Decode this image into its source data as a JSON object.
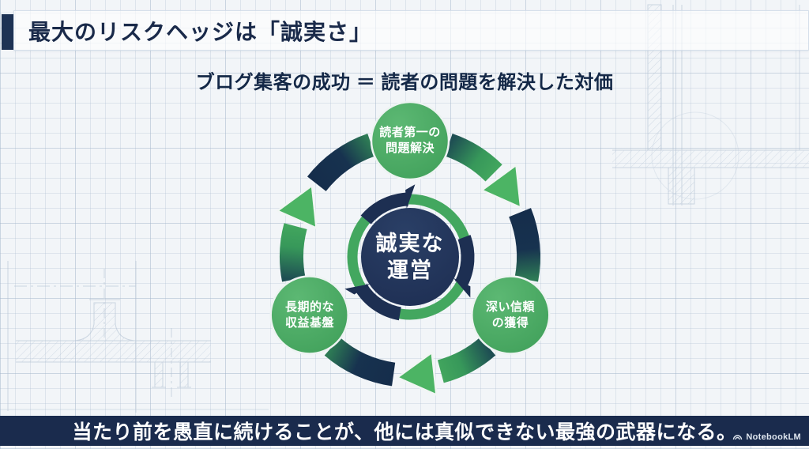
{
  "header": {
    "title": "最大のリスクヘッジは「誠実さ」"
  },
  "subtitle": "ブログ集客の成功 ＝ 読者の問題を解決した対価",
  "diagram": {
    "center": {
      "line1": "誠実な",
      "line2": "運営"
    },
    "nodes": [
      {
        "position": "top",
        "line1": "読者第一の",
        "line2": "問題解決"
      },
      {
        "position": "bottom-right",
        "line1": "深い信頼",
        "line2": "の獲得"
      },
      {
        "position": "bottom-left",
        "line1": "長期的な",
        "line2": "収益基盤"
      }
    ]
  },
  "footer": {
    "message": "当たり前を愚直に続けることが、他には真似できない最強の武器になる。",
    "watermark": "NotebookLM",
    "watermark_icon": "notebooklm-logo-icon"
  },
  "colors": {
    "navy": "#1b2e50",
    "green": "#43a75f",
    "arrow_green": "#4cb464",
    "background": "#f2f5f8",
    "footer_bar": "#1a2b4d",
    "title_accent": "#1d3254",
    "text_on_light": "#16294a",
    "text_on_dark": "#ffffff"
  }
}
